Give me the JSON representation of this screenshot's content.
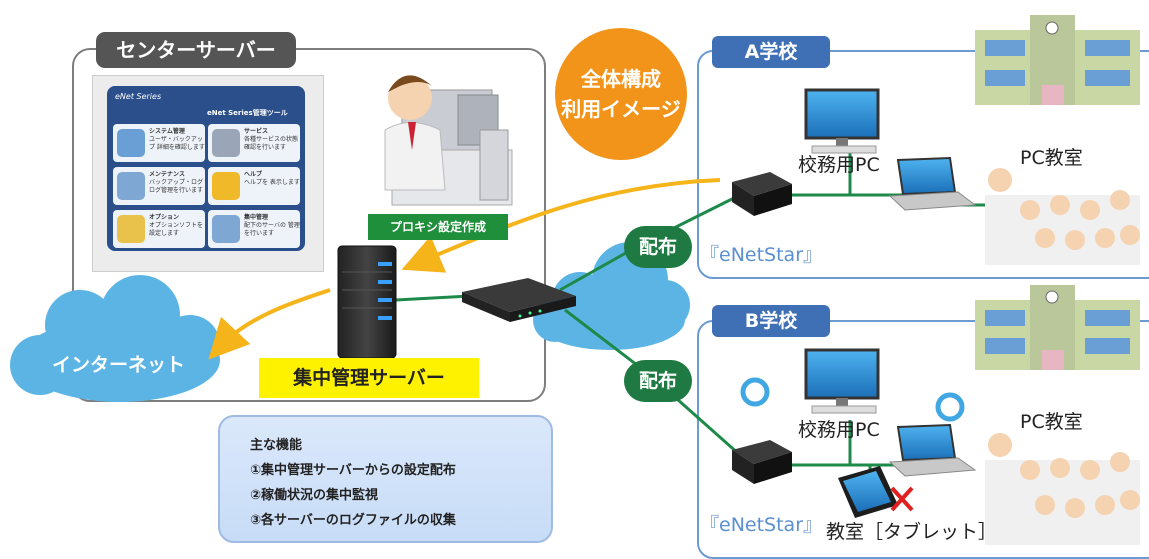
{
  "center": {
    "title": "センターサーバー"
  },
  "overview": {
    "line1": "全体構成",
    "line2": "利用イメージ"
  },
  "proxy_label": "プロキシ設定作成",
  "internet_label": "インターネット",
  "server_label": "集中管理サーバー",
  "distribute_label": "配布",
  "school_a": {
    "title": "A学校",
    "pc_label": "校務用PC",
    "classroom_label": "PC教室",
    "product_label": "『eNetStar』"
  },
  "school_b": {
    "title": "B学校",
    "pc_label": "校務用PC",
    "classroom_label": "PC教室",
    "product_label": "『eNetStar』",
    "tablet_label": "教室［タブレット］"
  },
  "features": {
    "heading": "主な機能",
    "items": [
      "①集中管理サーバーからの設定配布",
      "②稼働状況の集中監視",
      "③各サーバーのログファイルの収集"
    ]
  },
  "tool_screen": {
    "logo": "eNet Series",
    "header": "eNet Series管理ツール",
    "cells": [
      {
        "label": "システム管理",
        "desc": "ユーザ・バックアップ 詳細を確認します"
      },
      {
        "label": "サービス",
        "desc": "各種サービスの状態 確認を行います"
      },
      {
        "label": "メンテナンス",
        "desc": "バックアップ・ログ ログ管理を行います"
      },
      {
        "label": "ヘルプ",
        "desc": "ヘルプを 表示します"
      },
      {
        "label": "オプション",
        "desc": "オプションソフトを 設定します"
      },
      {
        "label": "集中管理",
        "desc": "配下のサーバの 管理を行います"
      }
    ]
  },
  "colors": {
    "arrow": "#f5b41a",
    "line": "#1e8a4a",
    "cloud": "#5cb4e4",
    "school_blue": "#3f6fb5",
    "haifu_green": "#1e7a42",
    "overview_orange": "#f29419"
  }
}
